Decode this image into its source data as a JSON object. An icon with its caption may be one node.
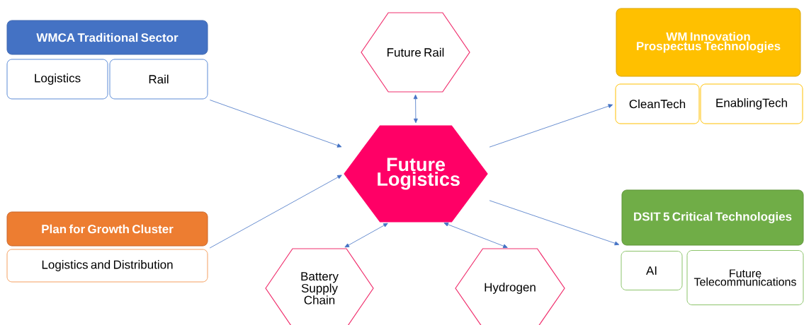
{
  "diagram": {
    "nodes": [
      {
        "text": [
          "WMCA Traditional Sector"
        ]
      },
      {
        "text": [
          "Logistics"
        ]
      },
      {
        "text": [
          "Rail"
        ]
      },
      {
        "text": [
          "Future Rail"
        ]
      },
      {
        "text": [
          "WM Innovation Prospectus Technologies"
        ]
      },
      {
        "text": [
          "CleanTech"
        ]
      },
      {
        "text": [
          "EnablingTech"
        ]
      },
      {
        "text": [
          "Future Logistics"
        ]
      },
      {
        "text": [
          "Plan for Growth Cluster"
        ]
      },
      {
        "text": [
          "Logistics and Distribution"
        ]
      },
      {
        "text": [
          "DSIT 5 Critical Technologies"
        ]
      },
      {
        "text": [
          "AI"
        ]
      },
      {
        "text": [
          "Future Telecommunications"
        ]
      },
      {
        "text": [
          "Battery Supply Chain"
        ]
      },
      {
        "text": [
          "Hydrogen"
        ]
      }
    ],
    "edges": [
      {
        "from": 2,
        "to": 7,
        "arrow": "to"
      },
      {
        "from": 9,
        "to": 7,
        "arrow": "to"
      },
      {
        "from": 7,
        "to": 5,
        "arrow": "to"
      },
      {
        "from": 7,
        "to": 10,
        "arrow": "to"
      },
      {
        "from": 3,
        "to": 7,
        "arrow": "both"
      },
      {
        "from": 13,
        "to": 7,
        "arrow": "both"
      },
      {
        "from": 14,
        "to": 7,
        "arrow": "both"
      }
    ]
  }
}
